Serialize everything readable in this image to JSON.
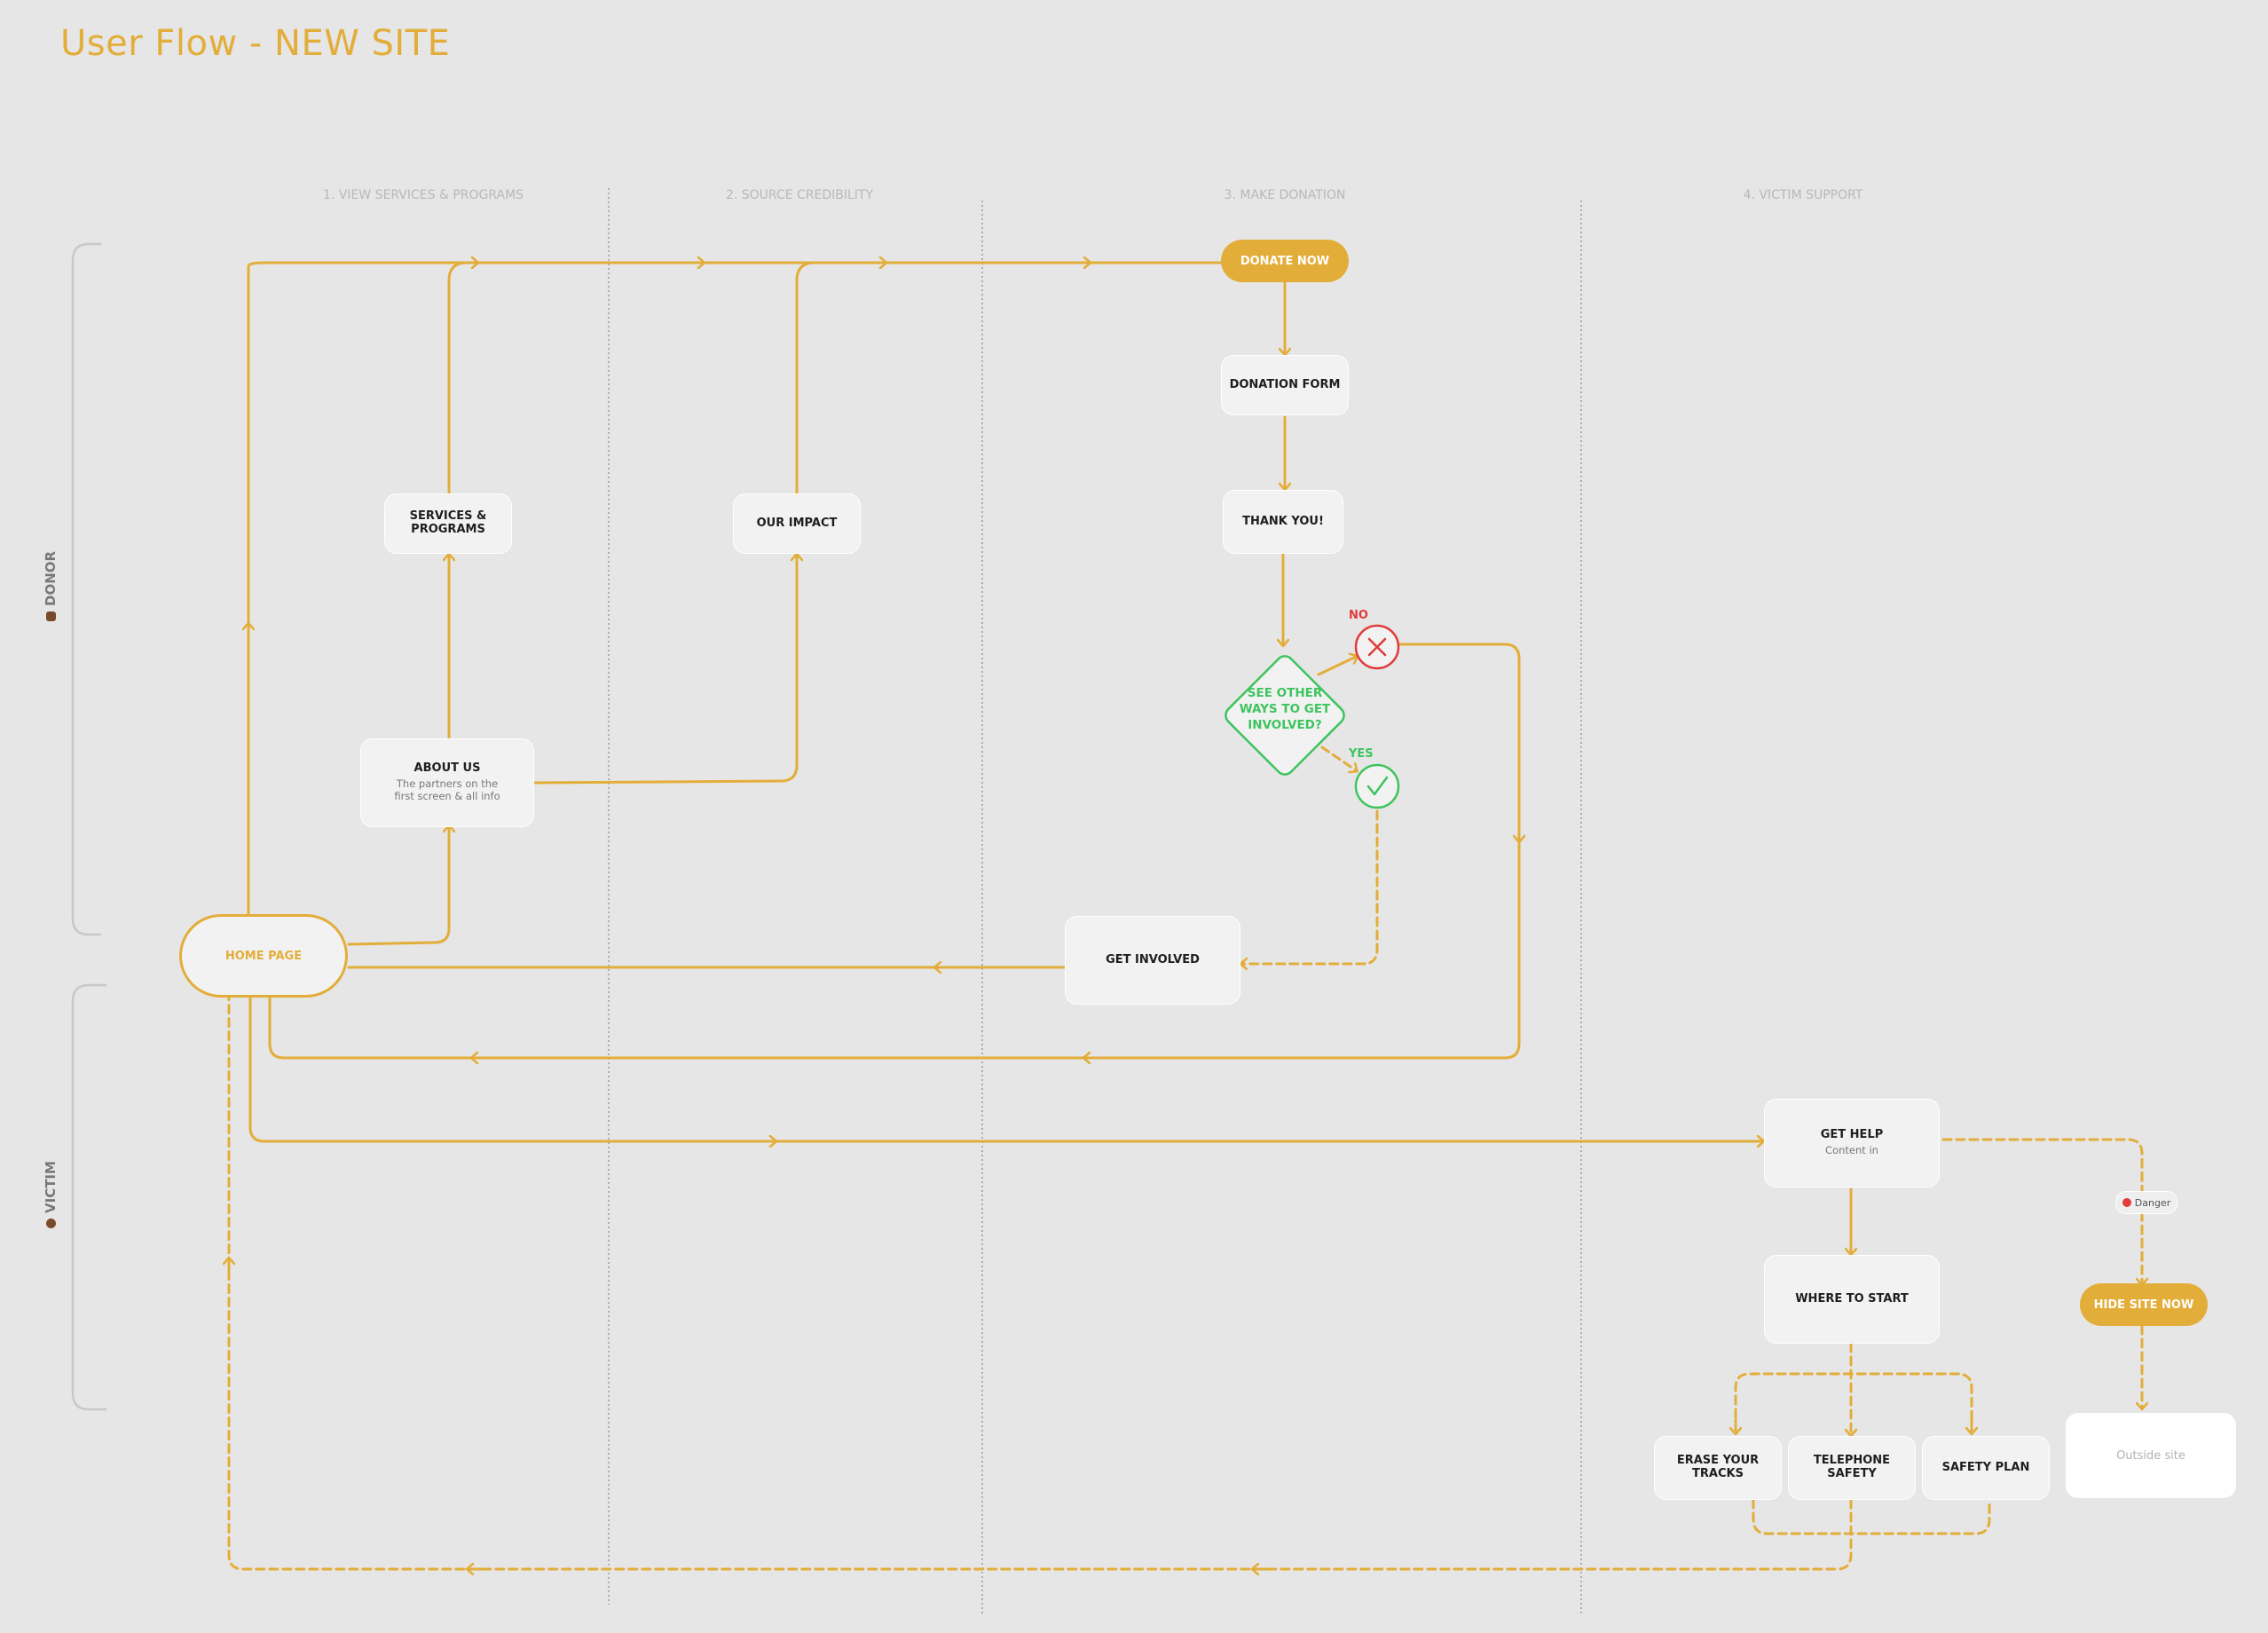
{
  "title": "User Flow - NEW SITE",
  "columns": [
    "1. VIEW SERVICES & PROGRAMS",
    "2. SOURCE CREDIBILITY",
    "3. MAKE DONATION",
    "4. VICTIM SUPPORT"
  ],
  "lanes": {
    "donor": "DONOR",
    "victim": "VICTIM"
  },
  "nodes": {
    "home_page": "HOME PAGE",
    "services_programs": "SERVICES & PROGRAMS",
    "about_us": {
      "title": "ABOUT US",
      "subtitle": "The partners on the first screen & all info"
    },
    "our_impact": "OUR IMPACT",
    "donate_now": "DONATE NOW",
    "donation_form": "DONATION FORM",
    "thank_you": "THANK YOU!",
    "decision": "SEE OTHER WAYS TO GET INVOLVED?",
    "no_label": "NO",
    "yes_label": "YES",
    "get_involved": "GET INVOLVED",
    "get_help": {
      "title": "GET HELP",
      "subtitle": "Content in"
    },
    "where_to_start": "WHERE TO START",
    "erase_tracks": "ERASE YOUR TRACKS",
    "telephone_safety": "TELEPHONE SAFETY",
    "safety_plan": "SAFETY PLAN",
    "danger_badge": "Danger",
    "hide_site_now": "HIDE SITE NOW",
    "outside_site": "Outside site"
  },
  "colors": {
    "accent": "#e3ad3a",
    "yes": "#3ec45e",
    "no": "#e03a3a",
    "background": "#e6e6e6"
  }
}
